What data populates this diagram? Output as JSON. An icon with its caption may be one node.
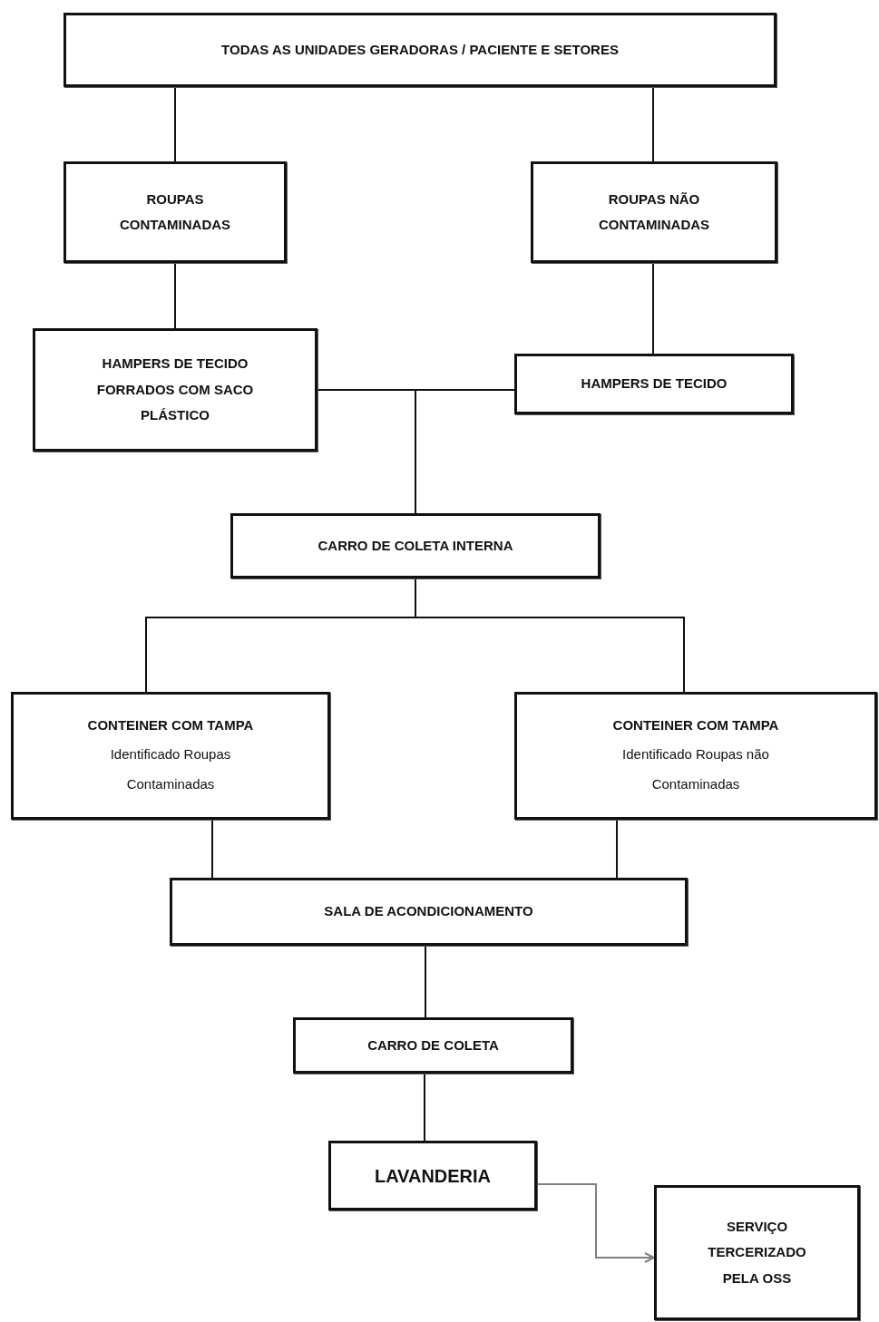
{
  "diagram": {
    "nodes": [
      {
        "text": [
          "TODAS AS UNIDADES GERADORAS / PACIENTE E SETORES"
        ]
      },
      {
        "text": [
          "ROUPAS CONTAMINADAS"
        ]
      },
      {
        "text": [
          "ROUPAS NÃO CONTAMINADAS"
        ]
      },
      {
        "text": [
          "HAMPERS DE TECIDO FORRADOS COM SACO PLÁSTICO"
        ]
      },
      {
        "text": [
          "HAMPERS DE TECIDO"
        ]
      },
      {
        "text": [
          "CARRO DE COLETA INTERNA"
        ]
      },
      {
        "text": [
          "CONTEINER COM TAMPA",
          "Identificado Roupas Contaminadas"
        ]
      },
      {
        "text": [
          "CONTEINER COM TAMPA",
          "Identificado Roupas não Contaminadas"
        ]
      },
      {
        "text": [
          "SALA DE ACONDICIONAMENTO"
        ]
      },
      {
        "text": [
          "CARRO DE COLETA"
        ]
      },
      {
        "text": [
          "LAVANDERIA"
        ]
      },
      {
        "text": [
          "SERVIÇO TERCERIZADO PELA OSS"
        ]
      }
    ],
    "edges": [
      {
        "from": 0,
        "to": 1,
        "arrow": "none"
      },
      {
        "from": 0,
        "to": 2,
        "arrow": "none"
      },
      {
        "from": 1,
        "to": 3,
        "arrow": "none"
      },
      {
        "from": 2,
        "to": 4,
        "arrow": "none"
      },
      {
        "from": 3,
        "to": 5,
        "arrow": "none"
      },
      {
        "from": 4,
        "to": 5,
        "arrow": "none"
      },
      {
        "from": 5,
        "to": 6,
        "arrow": "none"
      },
      {
        "from": 5,
        "to": 7,
        "arrow": "none"
      },
      {
        "from": 6,
        "to": 8,
        "arrow": "none"
      },
      {
        "from": 7,
        "to": 8,
        "arrow": "none"
      },
      {
        "from": 8,
        "to": 9,
        "arrow": "none"
      },
      {
        "from": 9,
        "to": 10,
        "arrow": "none"
      },
      {
        "from": 10,
        "to": 11,
        "arrow": "to",
        "color": "#808080"
      }
    ]
  }
}
